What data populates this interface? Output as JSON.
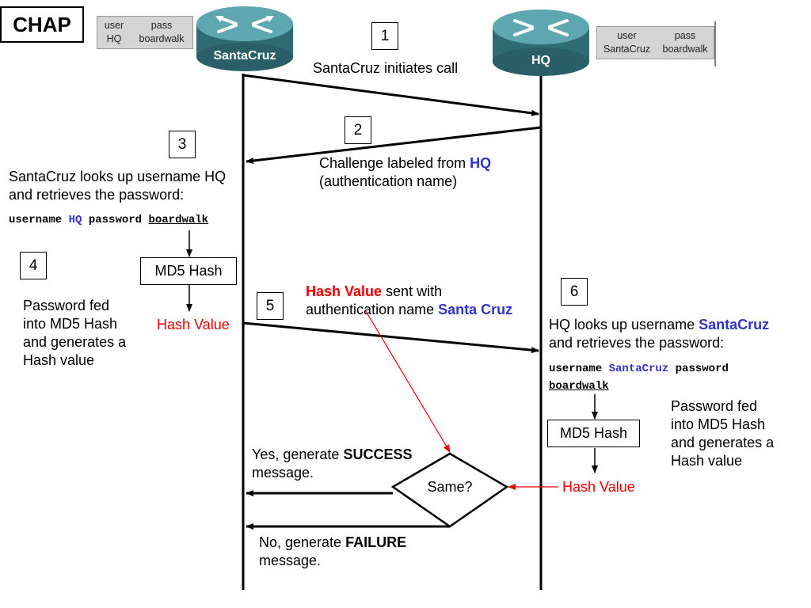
{
  "title": "CHAP",
  "routers": {
    "left": {
      "name": "SantaCruz"
    },
    "right": {
      "name": "HQ"
    }
  },
  "credentials": {
    "left": {
      "user_header": "user",
      "pass_header": "pass",
      "user": "HQ",
      "pass": "boardwalk"
    },
    "right": {
      "user_header": "user",
      "pass_header": "pass",
      "user": "SantaCruz",
      "pass": "boardwalk"
    }
  },
  "steps": {
    "s1": {
      "num": "1",
      "text": "SantaCruz initiates call"
    },
    "s2": {
      "num": "2",
      "line1_pre": "Challenge labeled from ",
      "line1_em": "HQ",
      "line2": "(authentication name)"
    },
    "s3": {
      "num": "3",
      "line1": "SantaCruz looks up username HQ",
      "line2": "and retrieves the password:"
    },
    "s4": {
      "num": "4",
      "lines": [
        "Password fed",
        "into MD5 Hash",
        "and generates a",
        "Hash value"
      ]
    },
    "s5": {
      "num": "5",
      "line1_em": "Hash Value",
      "line1_rest": " sent with",
      "line2_pre": "authentication name ",
      "line2_em": "Santa Cruz"
    },
    "s6": {
      "num": "6",
      "line1_pre": "HQ looks up username ",
      "line1_em": "SantaCruz",
      "line2": "and retrieves the password:"
    }
  },
  "commands": {
    "left": {
      "kw1": "username",
      "user": "HQ",
      "kw2": "password",
      "pass": "boardwalk"
    },
    "right": {
      "kw1": "username",
      "user": "SantaCruz",
      "kw2": "password",
      "pass": "boardwalk"
    }
  },
  "md5": {
    "left": "MD5 Hash",
    "right": "MD5 Hash"
  },
  "hash_value": {
    "left": "Hash Value",
    "right": "Hash Value"
  },
  "right_note": {
    "lines": [
      "Password fed",
      "into MD5 Hash",
      "and generates a",
      "Hash value"
    ]
  },
  "decision": {
    "label": "Same?"
  },
  "success": {
    "pre": "Yes, generate ",
    "em": "SUCCESS",
    "line2": "message."
  },
  "failure": {
    "pre": "No, generate ",
    "em": "FAILURE",
    "line2": "message."
  },
  "colors": {
    "accent_blue": "#3333cc",
    "accent_red": "#e60000",
    "router": "#3f7d86",
    "cred_bg": "#d4d4d4"
  }
}
